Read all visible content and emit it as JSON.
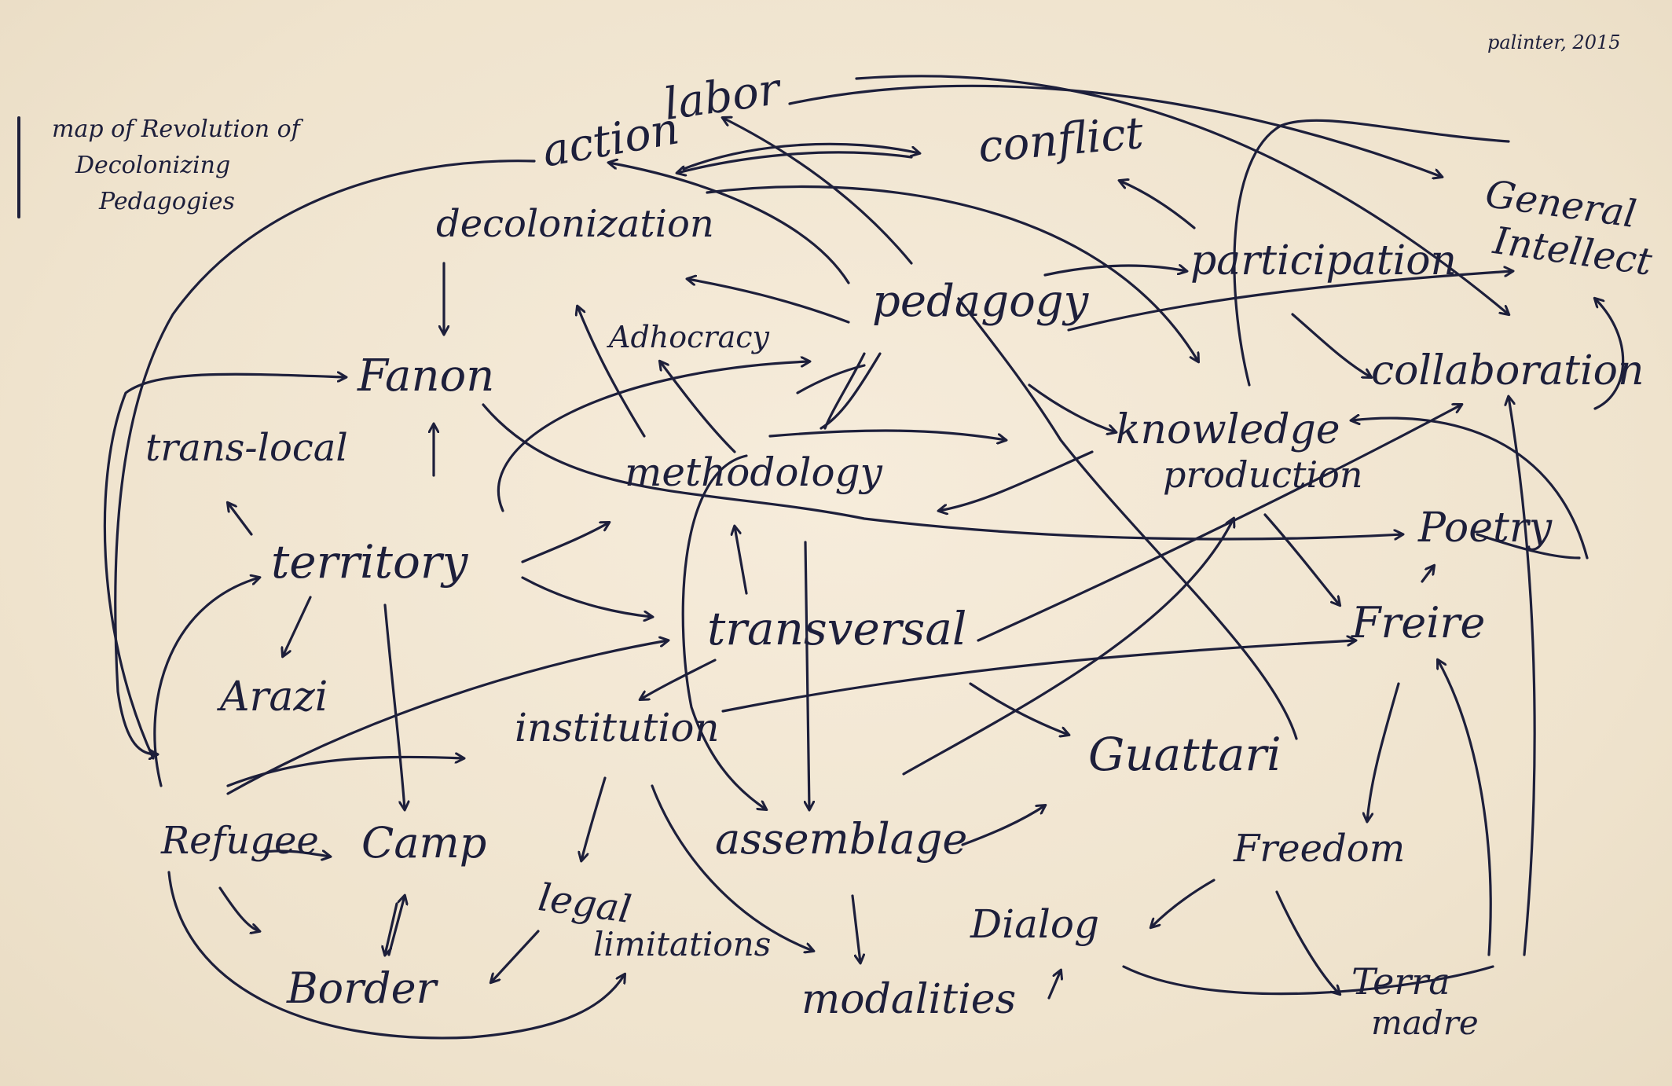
{
  "signature": "palinter, 2015",
  "title": {
    "line1": "map of Revolution of",
    "line2": "Decolonizing",
    "line3": "Pedagogies"
  },
  "nodes": {
    "action": "action",
    "labor": "labor",
    "conflict": "conflict",
    "general_intellect_1": "General",
    "general_intellect_2": "Intellect",
    "decolonization": "decolonization",
    "participation": "participation",
    "pedagogy": "pedagogy",
    "adhocracy": "Adhocracy",
    "collaboration": "collaboration",
    "fanon": "Fanon",
    "trans_local": "trans-local",
    "knowledge_production_1": "knowledge",
    "knowledge_production_2": "production",
    "methodology": "methodology",
    "poetry": "Poetry",
    "territory": "territory",
    "freire": "Freire",
    "transversal": "transversal",
    "arazi": "Arazi",
    "institution": "institution",
    "guattari": "Guattari",
    "refugee": "Refugee",
    "camp": "Camp",
    "assemblage": "assemblage",
    "freedom": "Freedom",
    "legal_limitations_1": "legal",
    "legal_limitations_2": "limitations",
    "dialog": "Dialog",
    "border": "Border",
    "modalities": "modalities",
    "terra_madre_1": "Terra",
    "terra_madre_2": "madre"
  }
}
